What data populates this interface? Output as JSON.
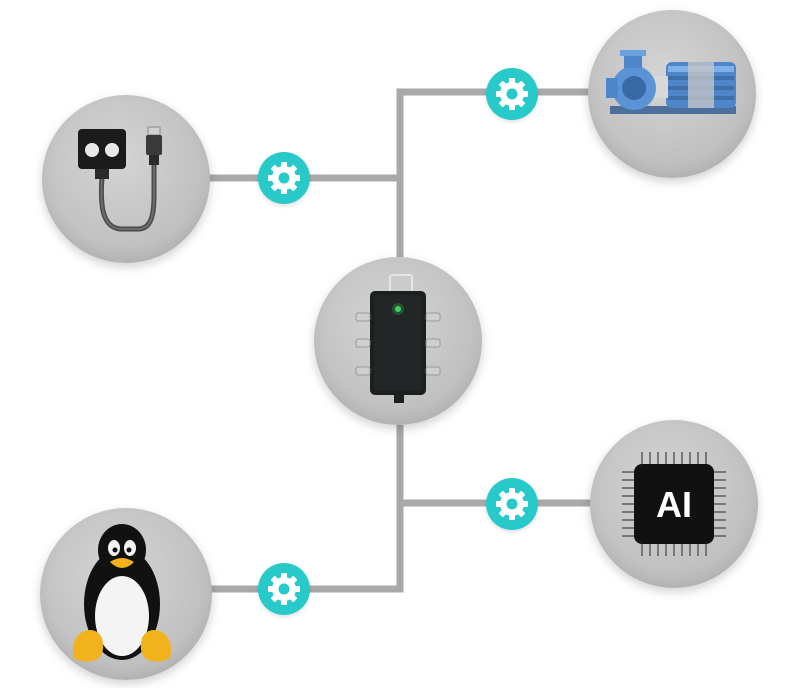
{
  "diagram": {
    "line_color": "#a9a9a9",
    "gear_color": "#27c9c9",
    "circle_color": "#c4c4c4",
    "nodes": [
      {
        "id": "gateway",
        "icon": "iot-gateway-icon"
      },
      {
        "id": "sensor",
        "icon": "ultrasonic-sensor-icon"
      },
      {
        "id": "pump",
        "icon": "industrial-pump-icon"
      },
      {
        "id": "ai",
        "icon": "ai-chip-icon",
        "label": "AI"
      },
      {
        "id": "linux",
        "icon": "linux-tux-icon"
      }
    ],
    "connectors": [
      {
        "from": "gateway",
        "to": "sensor",
        "icon": "gear-icon"
      },
      {
        "from": "gateway",
        "to": "pump",
        "icon": "gear-icon"
      },
      {
        "from": "gateway",
        "to": "ai",
        "icon": "gear-icon"
      },
      {
        "from": "gateway",
        "to": "linux",
        "icon": "gear-icon"
      }
    ]
  }
}
